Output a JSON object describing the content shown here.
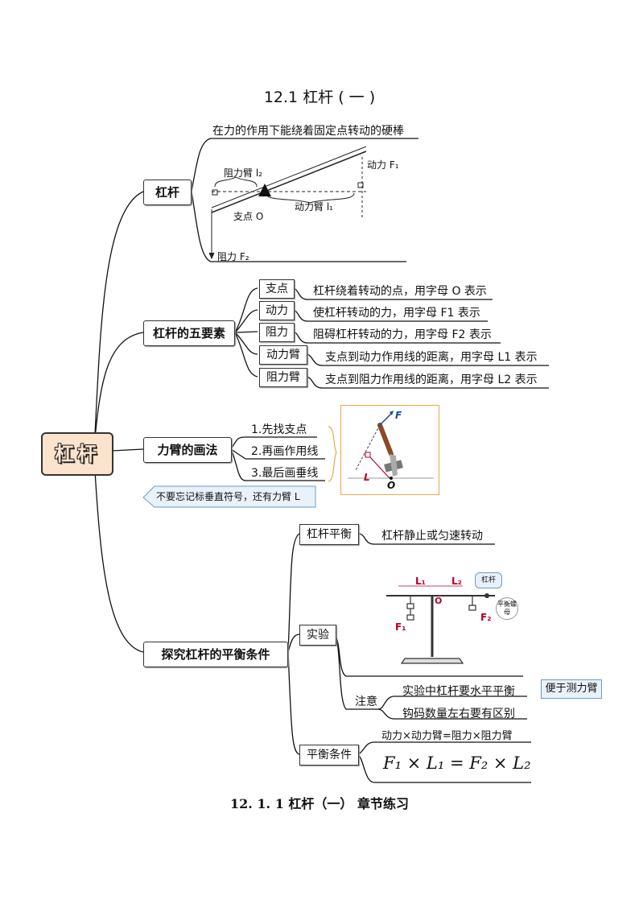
{
  "title": "12.1  杠杆 ( 一 )",
  "center_node": "杠杆",
  "branch1": {
    "label": "杠杆",
    "definition": "在力的作用下能绕着固定点转动的硬棒",
    "figure": {
      "resist_arm": "阻力臂 l₂",
      "power": "动力 F₁",
      "fulcrum": "支点 O",
      "power_arm": "动力臂 l₁",
      "resist": "阻力 F₂"
    }
  },
  "branch2": {
    "label": "杠杆的五要素",
    "items": [
      {
        "term": "支点",
        "desc": "杠杆绕着转动的点，用字母 O 表示"
      },
      {
        "term": "动力",
        "desc": "使杠杆转动的力，用字母 F1 表示"
      },
      {
        "term": "阻力",
        "desc": "阻碍杠杆转动的力，用字母 F2 表示"
      },
      {
        "term": "动力臂",
        "desc": "支点到动力作用线的距离，用字母 L1 表示"
      },
      {
        "term": "阻力臂",
        "desc": "支点到阻力作用线的距离，用字母 L2 表示"
      }
    ]
  },
  "branch3": {
    "label": "力臂的画法",
    "steps": [
      "1.先找支点",
      "2.再画作用线",
      "3.最后画垂线"
    ],
    "tip": "不要忘记标垂直符号，还有力臂 L",
    "figure": {
      "F": "F",
      "L": "L",
      "O": "O"
    }
  },
  "branch4": {
    "label": "探究杠杆的平衡条件",
    "balance": {
      "label": "杠杆平衡",
      "desc": "杠杆静止或匀速转动"
    },
    "experiment": {
      "label": "实验",
      "figure": {
        "L1": "L₁",
        "L2": "L₂",
        "lever": "杠杆",
        "O": "O",
        "nut": "平衡螺母",
        "F1": "F₁",
        "F2": "F₂"
      }
    },
    "attention": {
      "label": "注意",
      "items": [
        "实验中杠杆要水平平衡",
        "钩码数量左右要有区别"
      ],
      "tip": "便于测力臂"
    },
    "condition": {
      "label": "平衡条件",
      "text": "动力×动力臂=阻力×阻力臂",
      "formula": "F₁ × L₁ = F₂ × L₂"
    }
  },
  "footer": "12. 1. 1 杠杆（一）   章节练习"
}
